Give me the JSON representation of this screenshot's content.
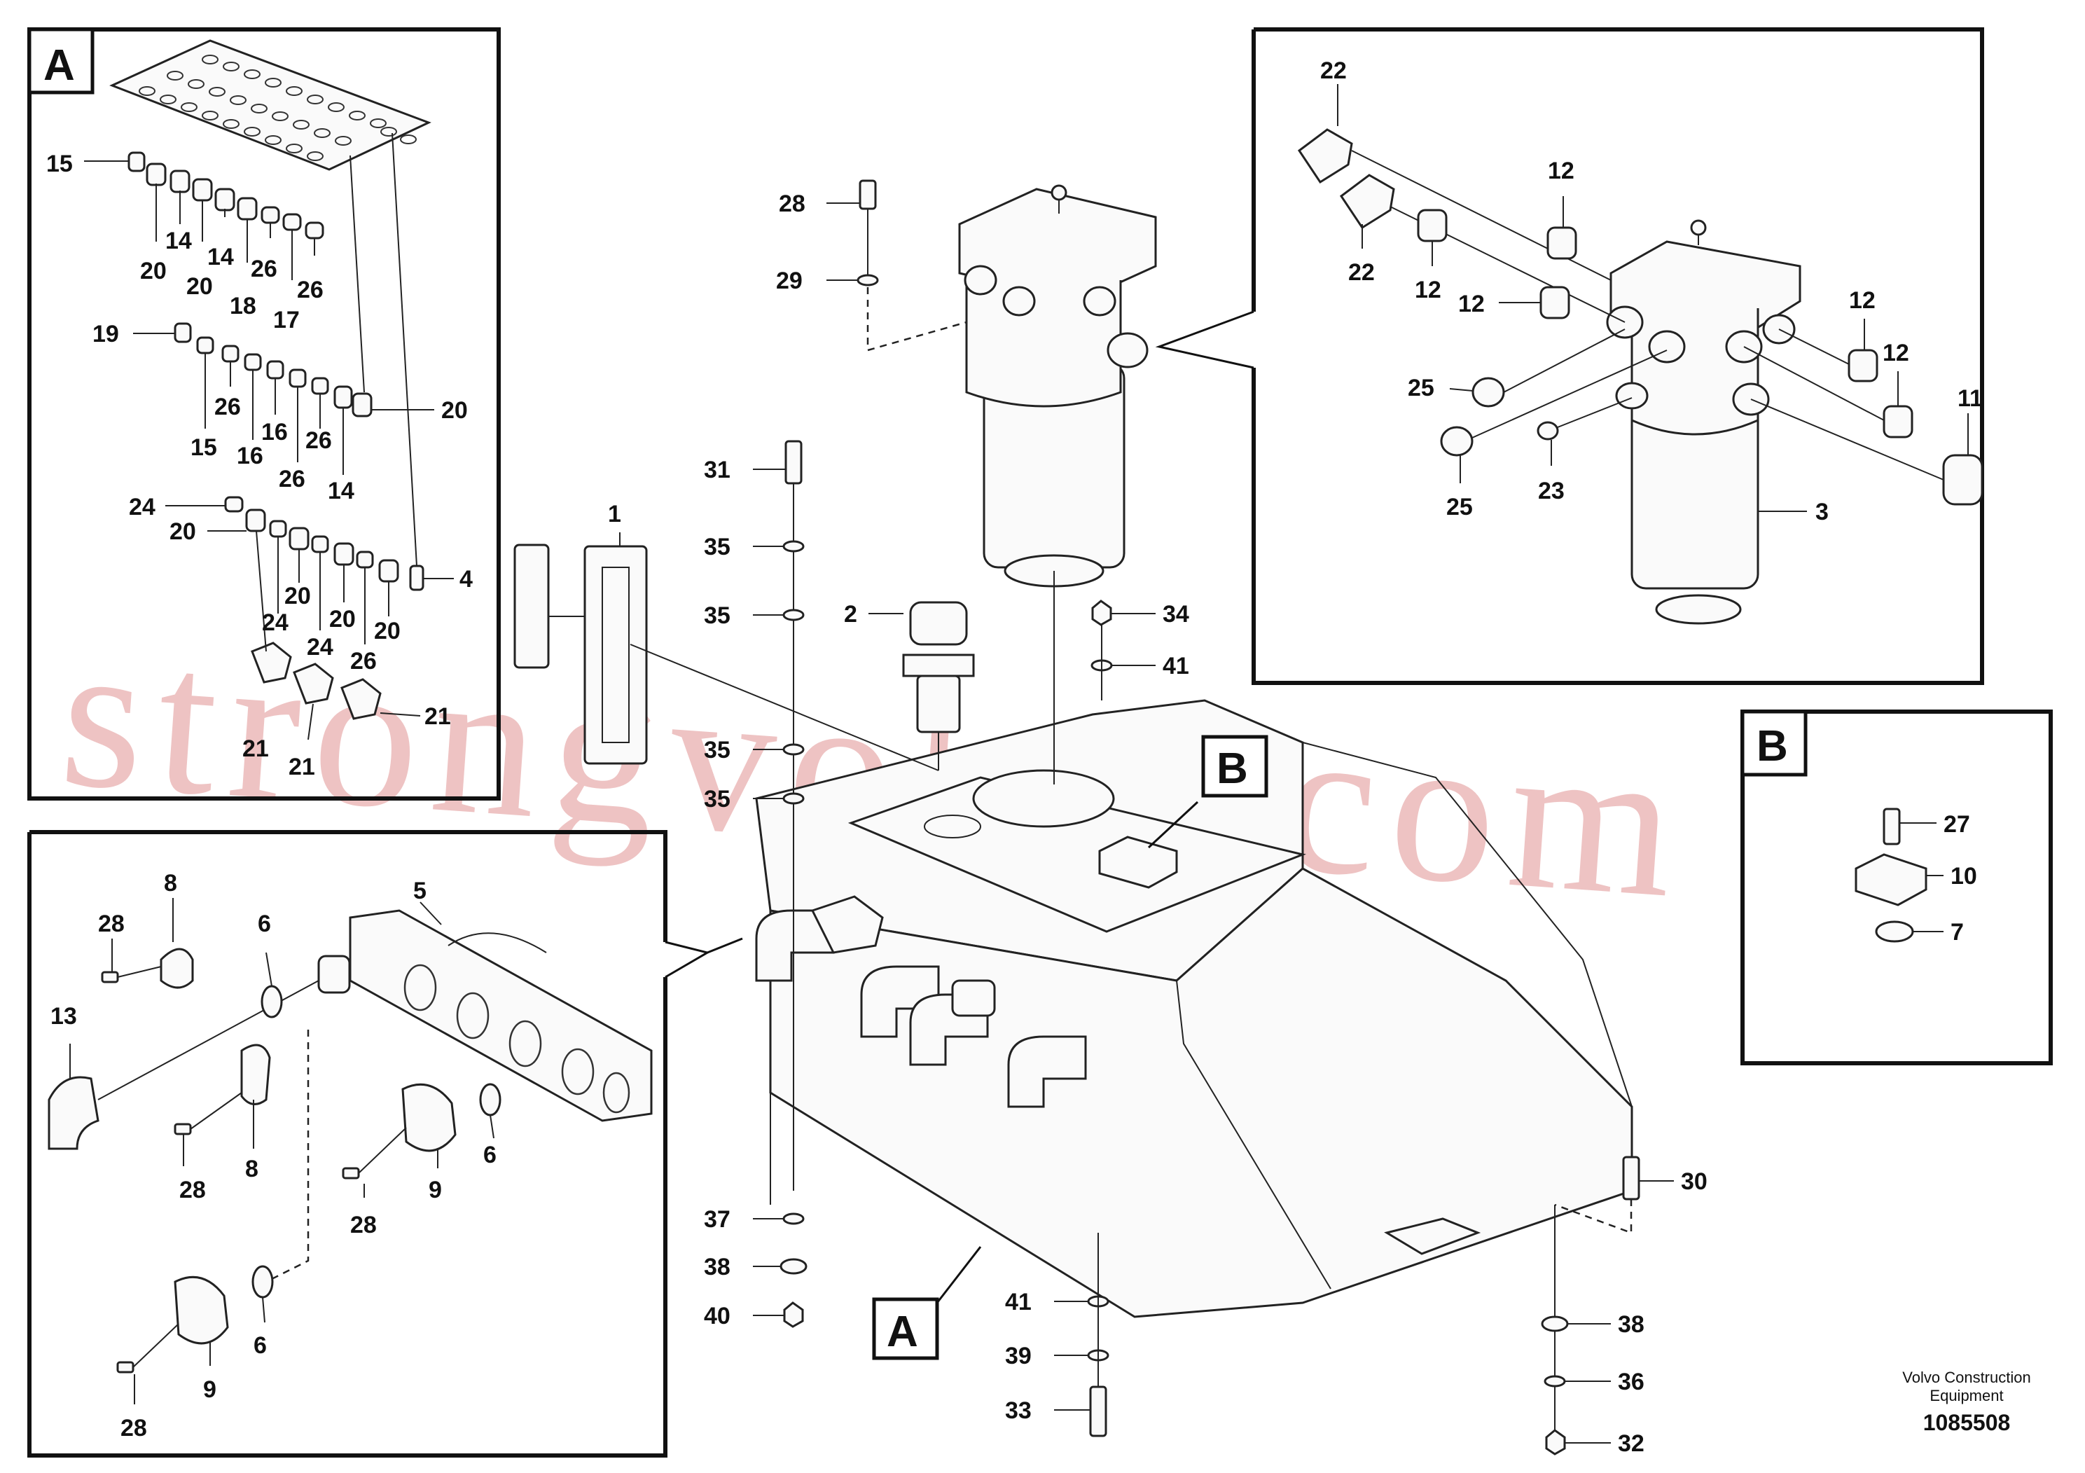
{
  "frames": {
    "a": "A",
    "b": "B",
    "c": "",
    "d": ""
  },
  "callouts": {
    "a": "A",
    "b": "B"
  },
  "labels": {
    "1": "1",
    "2": "2",
    "3": "3",
    "4": "4",
    "5": "5",
    "6": "6",
    "7": "7",
    "8": "8",
    "9": "9",
    "10": "10",
    "11": "11",
    "12": "12",
    "13": "13",
    "14": "14",
    "15": "15",
    "16": "16",
    "17": "17",
    "18": "18",
    "19": "19",
    "20": "20",
    "21": "21",
    "22": "22",
    "23": "23",
    "24": "24",
    "25": "25",
    "26": "26",
    "27": "27",
    "28": "28",
    "29": "29",
    "30": "30",
    "31": "31",
    "32": "32",
    "33": "33",
    "34": "34",
    "35": "35",
    "36": "36",
    "37": "37",
    "38": "38",
    "39": "39",
    "40": "40",
    "41": "41"
  },
  "watermark": "strongvolvo.com",
  "footer": {
    "company_line1": "Volvo Construction",
    "company_line2": "Equipment",
    "drawing_number": "1085508"
  }
}
